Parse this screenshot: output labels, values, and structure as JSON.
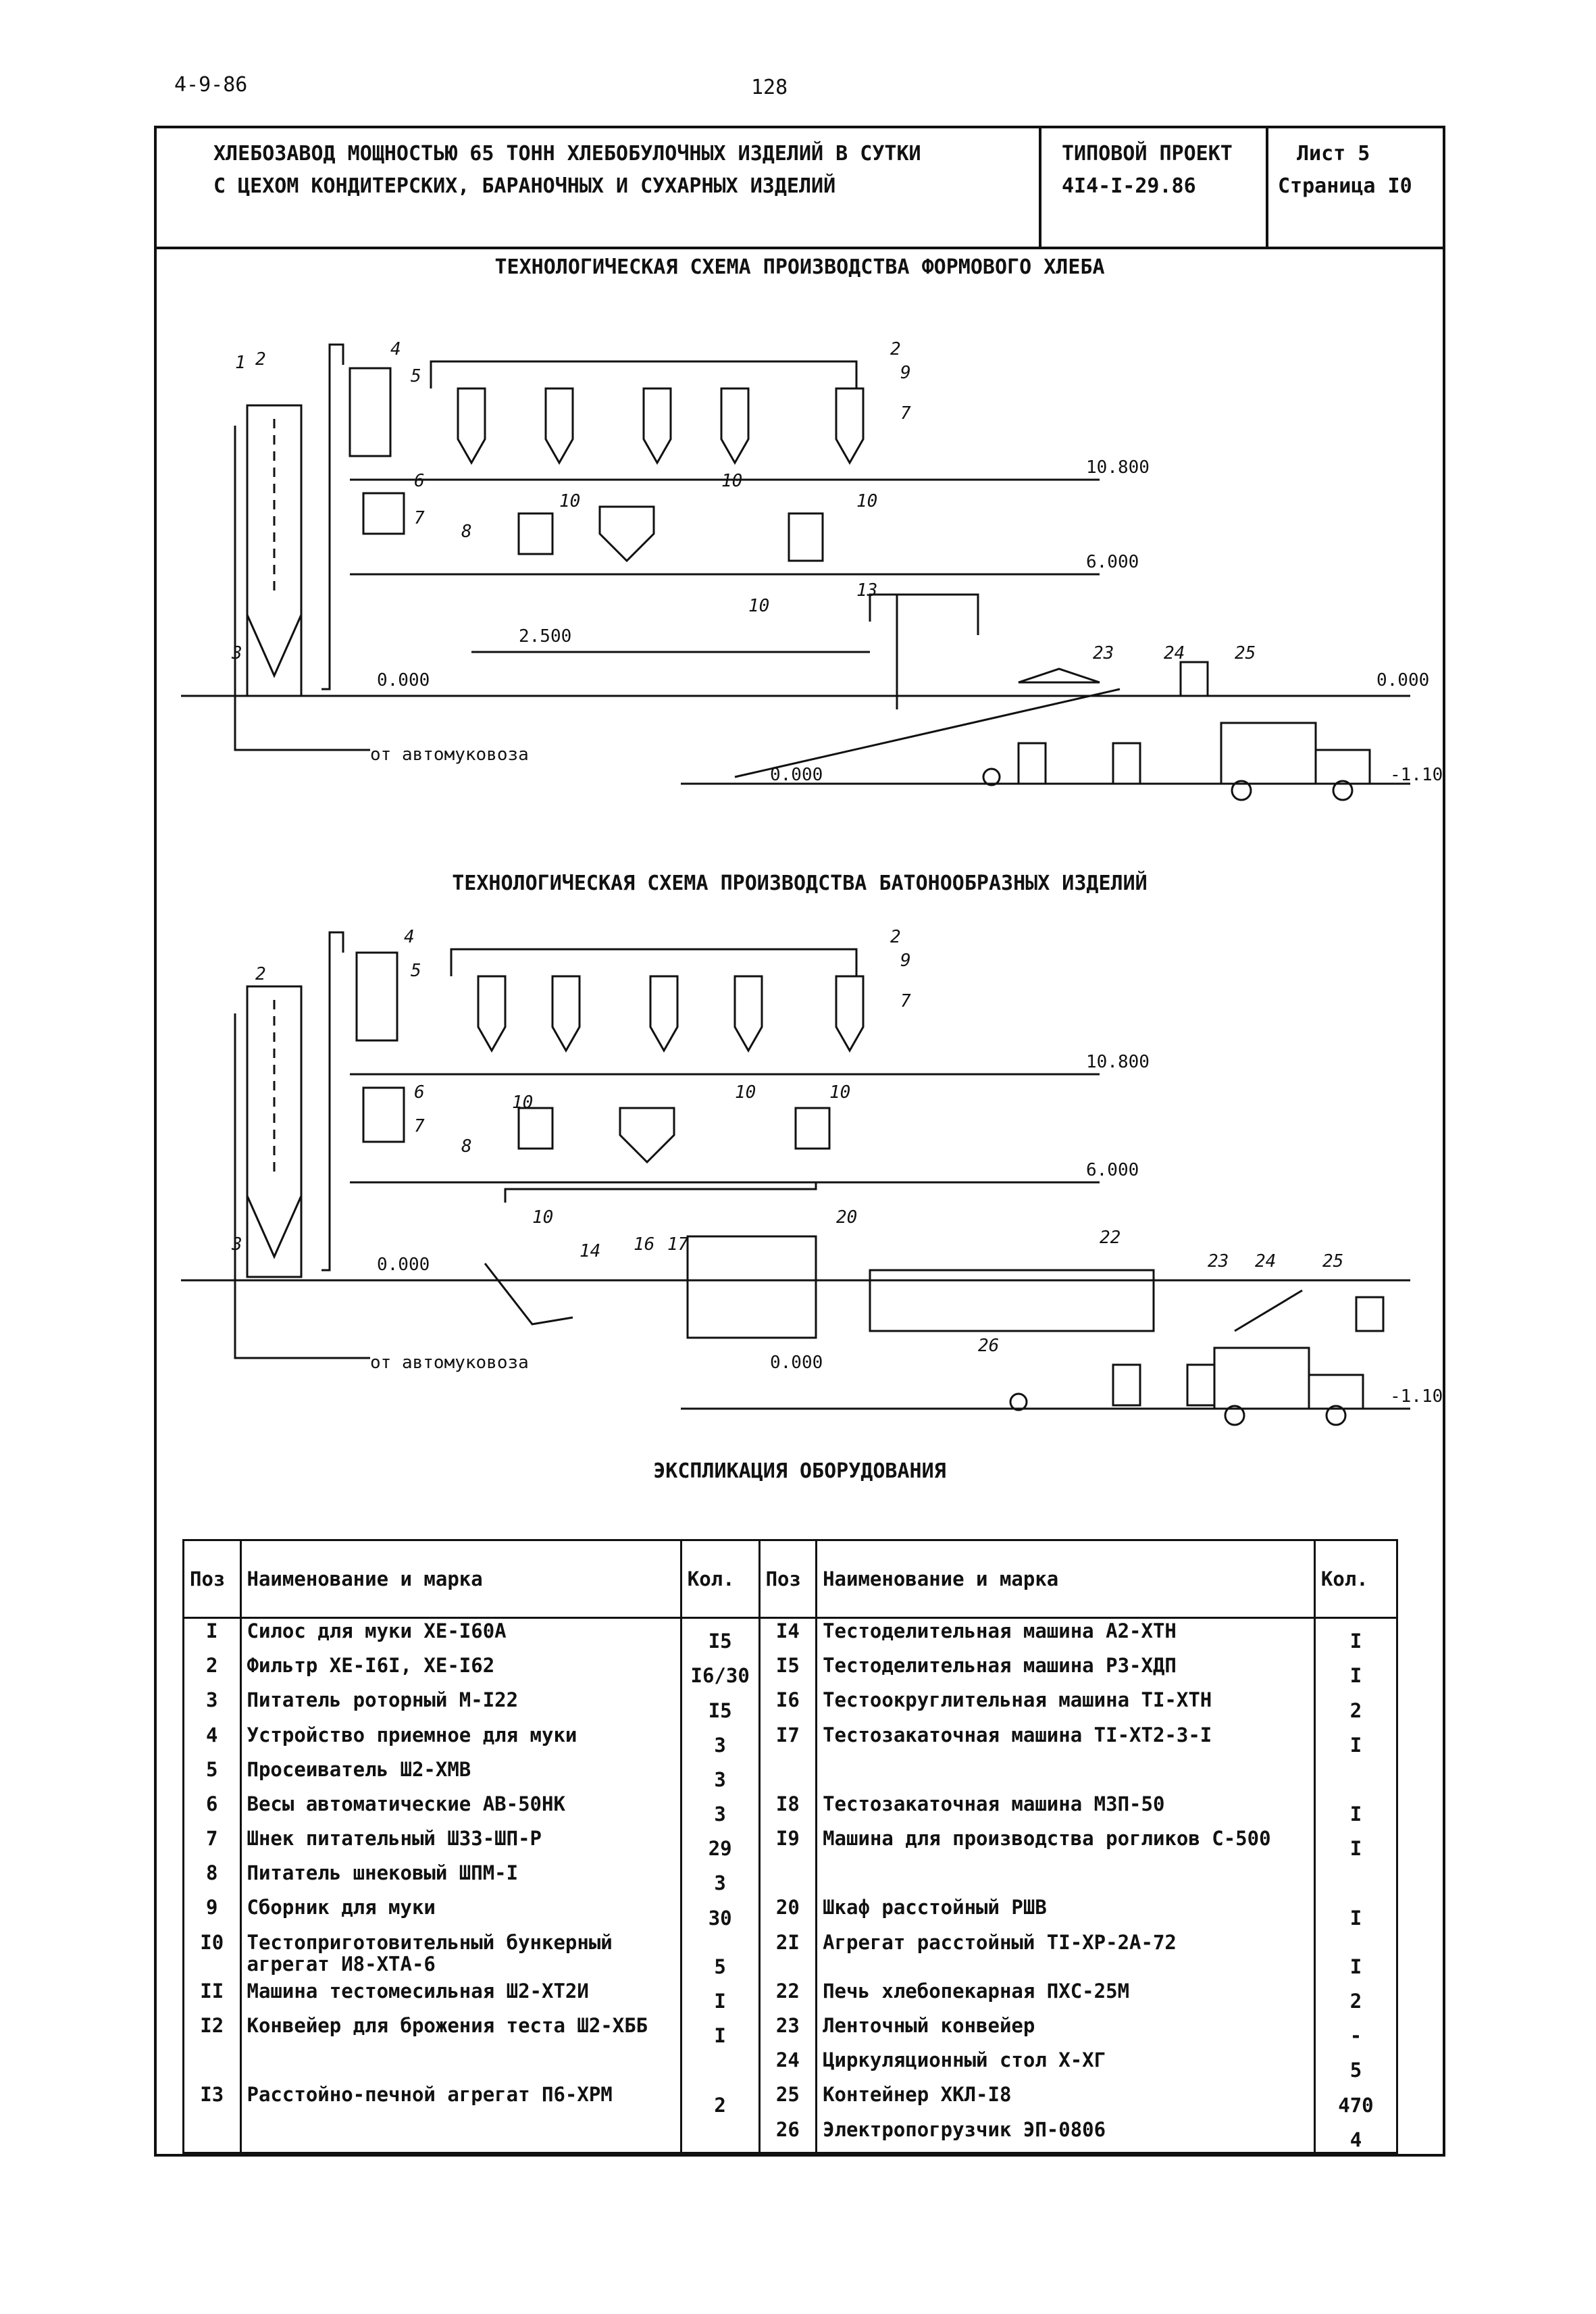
{
  "header": {
    "code": "4-9-86",
    "page_number": "128",
    "title_line1": "ХЛЕБОЗАВОД МОЩНОСТЬЮ 65 ТОНН ХЛЕБОБУЛОЧНЫХ ИЗДЕЛИЙ В СУТКИ",
    "title_line2": "С ЦЕХОМ КОНДИТЕРСКИХ, БАРАНОЧНЫХ И СУХАРНЫХ ИЗДЕЛИЙ",
    "project_label": "ТИПОВОЙ ПРОЕКТ",
    "project_number": "4I4-I-29.86",
    "sheet": "Лист 5",
    "page": "Страница I0"
  },
  "scheme1": {
    "title": "ТЕХНОЛОГИЧЕСКАЯ СХЕМА ПРОИЗВОДСТВА ФОРМОВОГО ХЛЕБА",
    "levels": [
      "10.800",
      "6.000",
      "2.500",
      "0.000",
      "0.000",
      "0.000",
      "-1.100"
    ],
    "from_label": "от автомуковоза",
    "callouts": [
      "1",
      "2",
      "4",
      "5",
      "6",
      "7",
      "8",
      "3",
      "2",
      "9",
      "7",
      "10",
      "10",
      "10",
      "10",
      "13",
      "23",
      "24",
      "25"
    ]
  },
  "scheme2": {
    "title": "ТЕХНОЛОГИЧЕСКАЯ СХЕМА ПРОИЗВОДСТВА БАТОНООБРАЗНЫХ ИЗДЕЛИЙ",
    "levels": [
      "10.800",
      "6.000",
      "0.000",
      "0.000",
      "-1.100"
    ],
    "from_label": "от автомуковоза",
    "callouts": [
      "2",
      "4",
      "5",
      "6",
      "7",
      "8",
      "3",
      "2",
      "9",
      "7",
      "10",
      "10",
      "10",
      "10",
      "14",
      "16",
      "17",
      "20",
      "22",
      "23",
      "24",
      "25",
      "26"
    ]
  },
  "explication": {
    "title": "ЭКСПЛИКАЦИЯ ОБОРУДОВАНИЯ",
    "headers": {
      "pos": "Поз",
      "name": "Наименование и марка",
      "qty": "Кол."
    },
    "rows": [
      {
        "pos": "I",
        "name": "Силос для муки ХЕ-I60А",
        "qty": "I5",
        "pos2": "I4",
        "name2": "Тестоделительная машина А2-ХТН",
        "qty2": "I"
      },
      {
        "pos": "2",
        "name": "Фильтр ХЕ-I6I, ХЕ-I62",
        "qty": "I6/30",
        "pos2": "I5",
        "name2": "Тестоделительная машина РЗ-ХДП",
        "qty2": "I"
      },
      {
        "pos": "3",
        "name": "Питатель роторный М-I22",
        "qty": "I5",
        "pos2": "I6",
        "name2": "Тестоокруглительная машина ТI-ХТН",
        "qty2": "2"
      },
      {
        "pos": "4",
        "name": "Устройство приемное для муки",
        "qty": "3",
        "pos2": "I7",
        "name2": "Тестозакаточная машина ТI-ХТ2-3-I",
        "qty2": "I"
      },
      {
        "pos": "5",
        "name": "Просеиватель Ш2-ХМВ",
        "qty": "3",
        "pos2": "",
        "name2": "",
        "qty2": ""
      },
      {
        "pos": "6",
        "name": "Весы автоматические АВ-50НК",
        "qty": "3",
        "pos2": "I8",
        "name2": "Тестозакаточная машина МЗП-50",
        "qty2": "I"
      },
      {
        "pos": "7",
        "name": "Шнек питательный ШЗЗ-ШП-Р",
        "qty": "29",
        "pos2": "I9",
        "name2": "Машина для производства рогликов С-500",
        "qty2": "I"
      },
      {
        "pos": "8",
        "name": "Питатель шнековый ШПМ-I",
        "qty": "3",
        "pos2": "",
        "name2": "",
        "qty2": ""
      },
      {
        "pos": "9",
        "name": "Сборник для муки",
        "qty": "30",
        "pos2": "20",
        "name2": "Шкаф расстойный РШВ",
        "qty2": "I"
      },
      {
        "pos": "I0",
        "name": "Тестоприготовительный бункерный агрегат И8-ХТА-6",
        "qty": "5",
        "pos2": "2I",
        "name2": "Агрегат расстойный ТI-ХР-2А-72",
        "qty2": "I"
      },
      {
        "pos": "II",
        "name": "Машина тестомесильная Ш2-ХТ2И",
        "qty": "I",
        "pos2": "22",
        "name2": "Печь хлебопекарная ПХС-25М",
        "qty2": "2"
      },
      {
        "pos": "I2",
        "name": "Конвейер для брожения теста Ш2-ХББ",
        "qty": "I",
        "pos2": "23",
        "name2": "Ленточный конвейер",
        "qty2": "-"
      },
      {
        "pos": "",
        "name": "",
        "qty": "",
        "pos2": "24",
        "name2": "Циркуляционный стол Х-ХГ",
        "qty2": "5"
      },
      {
        "pos": "I3",
        "name": "Расстойно-печной агрегат П6-ХРМ",
        "qty": "2",
        "pos2": "25",
        "name2": "Контейнер ХКЛ-I8",
        "qty2": "470"
      },
      {
        "pos": "",
        "name": "",
        "qty": "",
        "pos2": "26",
        "name2": "Электропогрузчик ЭП-0806",
        "qty2": "4"
      }
    ]
  }
}
